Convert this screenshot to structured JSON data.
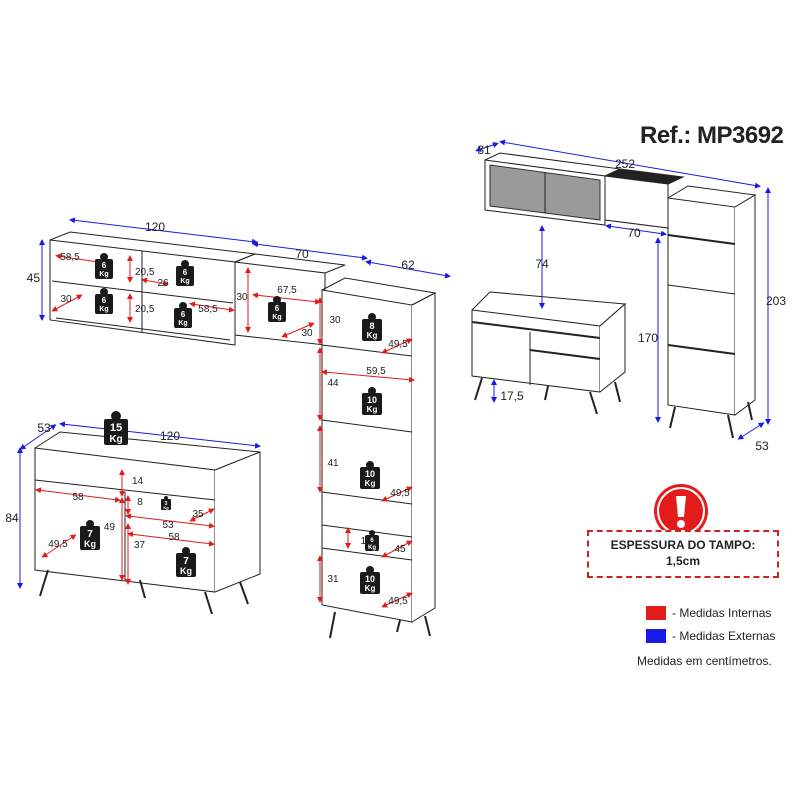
{
  "reference": "Ref.: MP3692",
  "tampo": {
    "title": "ESPESSURA DO TAMPO:",
    "value": "1,5cm"
  },
  "legend": [
    {
      "label": "- Medidas Internas",
      "color": "#e31b1b"
    },
    {
      "label": "- Medidas Externas",
      "color": "#1a1ae8"
    }
  ],
  "footnote": "Medidas em centímetros.",
  "colors": {
    "internal": "#e31b1b",
    "external": "#1a1ae8",
    "weight_badge": "#1a1a1a",
    "warning": "#e31b1b"
  },
  "icons": {
    "warning": "exclamation-circle-icon",
    "weight": "weight-badge-icon"
  },
  "external_dims": {
    "upper_120": "120",
    "upper_70": "70",
    "upper_62": "62",
    "upper_45": "45",
    "base_53": "53",
    "base_120": "120",
    "base_84": "84",
    "wall_31": "31",
    "wall_252": "252",
    "wall_70": "70",
    "wall_74": "74",
    "wall_170": "170",
    "wall_203": "203",
    "wall_53": "53",
    "wall_17_5": "17,5"
  },
  "internal_dims": {
    "u_58_5a": "58,5",
    "u_20_5a": "20,5",
    "u_26": "26",
    "u_30a": "30",
    "u_20_5b": "20,5",
    "u_58_5b": "58,5",
    "m_30a": "30",
    "m_67_5": "67,5",
    "m_30b": "30",
    "t_30": "30",
    "t_49_5a": "49,5",
    "t_44": "44",
    "t_59_5": "59,5",
    "t_41": "41",
    "t_49_5b": "49,5",
    "t_14": "14",
    "t_45": "45",
    "t_31": "31",
    "t_49_5c": "49,5",
    "b_14": "14",
    "b_58a": "58",
    "b_8": "8",
    "b_35": "35",
    "b_53": "53",
    "b_49": "49",
    "b_49_5": "49,5",
    "b_37": "37",
    "b_58b": "58"
  },
  "weights": {
    "w6a": {
      "num": "6",
      "unit": "Kg"
    },
    "w6b": {
      "num": "6",
      "unit": "Kg"
    },
    "w6c": {
      "num": "6",
      "unit": "Kg"
    },
    "w6d": {
      "num": "6",
      "unit": "Kg"
    },
    "w6e": {
      "num": "6",
      "unit": "Kg"
    },
    "w8": {
      "num": "8",
      "unit": "Kg"
    },
    "w10a": {
      "num": "10",
      "unit": "Kg"
    },
    "w10b": {
      "num": "10",
      "unit": "Kg"
    },
    "w10c": {
      "num": "10",
      "unit": "Kg"
    },
    "w6f": {
      "num": "6",
      "unit": "Kg"
    },
    "w15": {
      "num": "15",
      "unit": "Kg"
    },
    "w7a": {
      "num": "7",
      "unit": "Kg"
    },
    "w7b": {
      "num": "7",
      "unit": "Kg"
    },
    "w3": {
      "num": "3",
      "unit": "Kg"
    }
  }
}
